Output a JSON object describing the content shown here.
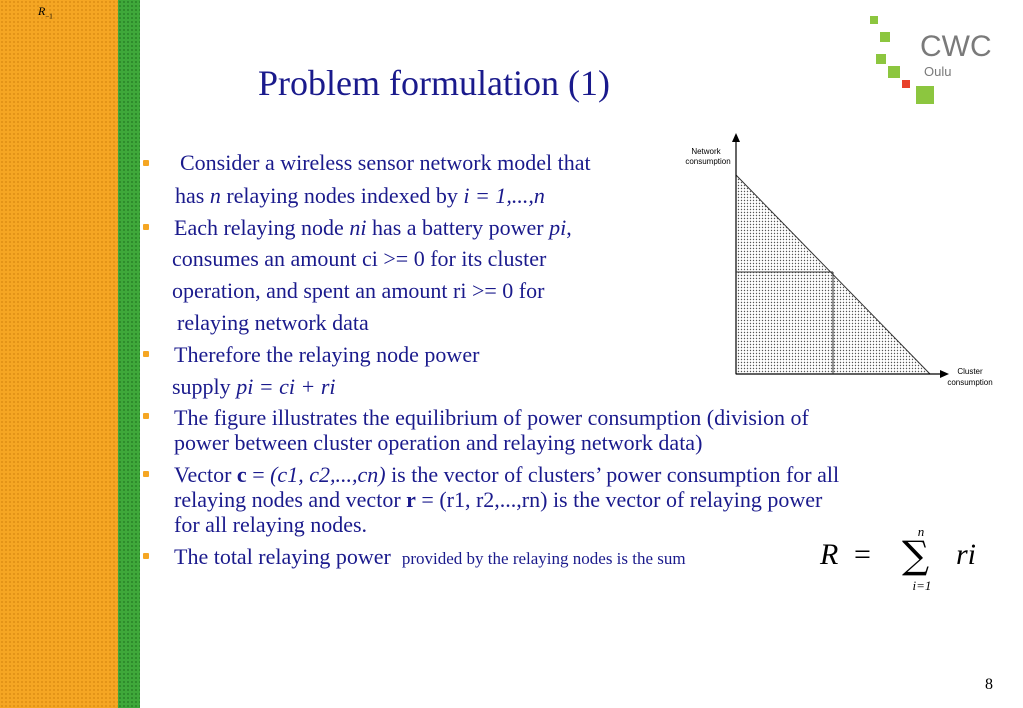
{
  "corner": {
    "letter": "R",
    "sub": "−1"
  },
  "slide": {
    "title": "Problem formulation (1)",
    "page_number": "8"
  },
  "logo": {
    "text": "CWC",
    "subtext": "Oulu",
    "green": "#8cc63f",
    "red": "#e8402a",
    "text_color": "#7a7a7a"
  },
  "bullets": [
    {
      "line1": "Consider a wireless sensor network model that",
      "line2_pre": "has ",
      "line2_n": "n",
      "line2_mid": " relaying nodes indexed by ",
      "line2_idx": "i = 1,...,n"
    },
    {
      "line1_pre": "Each relaying node ",
      "line1_ni": "ni",
      "line1_mid": " has a battery power ",
      "line1_pi": "pi",
      "line1_post": ",",
      "line2": "consumes an amount ci >=  0 for its cluster",
      "line3": "operation, and spent an amount ri >=  0 for",
      "line4": "relaying network data"
    },
    {
      "line1": "Therefore the relaying node power",
      "line2_pre": "supply ",
      "line2_eq": "pi = ci + ri"
    },
    {
      "line1": "The figure illustrates the equilibrium of power consumption (division of",
      "line2": "power between cluster operation and relaying network data)"
    },
    {
      "line1_pre": "Vector ",
      "line1_c": "c",
      "line1_eq": " = ",
      "line1_vec": "(c1, c2,...,cn)",
      "line1_post": "  is the vector of clusters’ power consumption for all",
      "line2_pre": "relaying nodes and vector ",
      "line2_r": "r",
      "line2_post": " = (r1, r2,...,rn) is the vector of relaying power",
      "line3": "for all relaying nodes."
    },
    {
      "line1_main": "The total relaying power",
      "line1_small": "provided by the relaying nodes is the sum"
    }
  ],
  "chart": {
    "y_label_1": "Network",
    "y_label_2": "consumption",
    "x_label_1": "Cluster",
    "x_label_2": "consumption"
  },
  "formula": {
    "lhs": "R",
    "eq": "=",
    "sigma": "∑",
    "upper": "n",
    "lower": "i=1",
    "term": "ri"
  }
}
